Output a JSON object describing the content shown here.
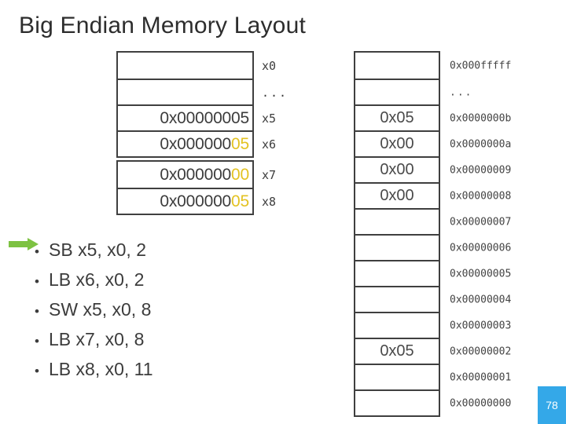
{
  "slide": {
    "title": "Big Endian Memory Layout",
    "page_number": "78",
    "badge_color": "#34a8e8",
    "highlight_color": "#e3c222",
    "arrow_color": "#7dc242",
    "border_color": "#3f3f3f",
    "text_color": "#3c3c3c"
  },
  "registers": {
    "groups": [
      {
        "rows": [
          {
            "value": "",
            "value_prefix": "",
            "value_highlight": "",
            "label": "x0"
          },
          {
            "value": "",
            "value_prefix": "",
            "value_highlight": "",
            "label": "..."
          },
          {
            "value": "0x00000005",
            "value_prefix": "0x00000005",
            "value_highlight": "",
            "label": "x5"
          },
          {
            "value": "0x00000005",
            "value_prefix": "0x000000",
            "value_highlight": "05",
            "label": "x6"
          }
        ]
      },
      {
        "rows": [
          {
            "value": "0x00000000",
            "value_prefix": "0x000000",
            "value_highlight": "00",
            "label": "x7"
          },
          {
            "value": "0x00000005",
            "value_prefix": "0x000000",
            "value_highlight": "05",
            "label": "x8"
          }
        ]
      }
    ]
  },
  "memory": {
    "rows": [
      {
        "value": "",
        "address": "0x000fffff"
      },
      {
        "value": "",
        "address": "..."
      },
      {
        "value": "0x05",
        "address": "0x0000000b"
      },
      {
        "value": "0x00",
        "address": "0x0000000a"
      },
      {
        "value": "0x00",
        "address": "0x00000009"
      },
      {
        "value": "0x00",
        "address": "0x00000008"
      },
      {
        "value": "",
        "address": "0x00000007"
      },
      {
        "value": "",
        "address": "0x00000006"
      },
      {
        "value": "",
        "address": "0x00000005"
      },
      {
        "value": "",
        "address": "0x00000004"
      },
      {
        "value": "",
        "address": "0x00000003"
      },
      {
        "value": "0x05",
        "address": "0x00000002"
      },
      {
        "value": "",
        "address": "0x00000001"
      },
      {
        "value": "",
        "address": "0x00000000"
      }
    ]
  },
  "instructions": {
    "bullet_glyph": "•",
    "items": [
      "SB x5, x0, 2",
      "LB x6, x0, 2",
      "SW x5, x0, 8",
      "LB x7, x0, 8",
      "LB x8, x0, 11"
    ]
  }
}
